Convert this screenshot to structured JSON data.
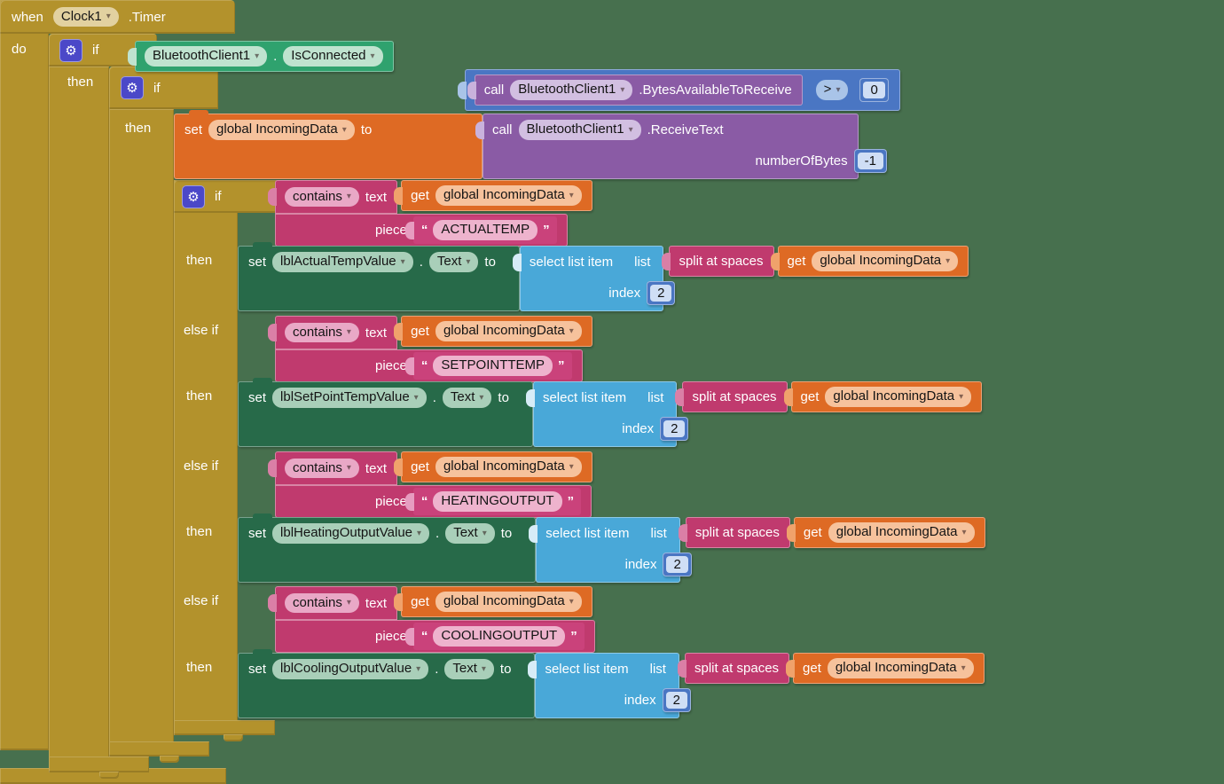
{
  "background": "#47704e",
  "event_block": {
    "when_label": "when",
    "component": "Clock1",
    "event": ".Timer",
    "do_label": "do"
  },
  "labels": {
    "if": "if",
    "then": "then",
    "else_if": "else if",
    "set": "set",
    "to": "to",
    "call": "call",
    "get": "get",
    "dot": "."
  },
  "bluetooth_test": {
    "component": "BluetoothClient1",
    "property": "IsConnected"
  },
  "bytes_available": {
    "component": "BluetoothClient1",
    "method": ".BytesAvailableToReceive",
    "operator": ">",
    "operand": "0"
  },
  "receive": {
    "variable": "global IncomingData",
    "component": "BluetoothClient1",
    "method": ".ReceiveText",
    "param_label": "numberOfBytes",
    "param_value": "-1"
  },
  "contains": {
    "op_label": "contains",
    "text_label": "text",
    "piece_label": "piece",
    "variable": "global IncomingData",
    "quote_open": "“",
    "quote_close": "”"
  },
  "select_item": {
    "label": "select list item",
    "list_label": "list",
    "index_label": "index",
    "index_value": "2",
    "split_label": "split at spaces",
    "variable": "global IncomingData",
    "text_property": "Text"
  },
  "branches": [
    {
      "keyword": "ACTUALTEMP",
      "component": "lblActualTempValue"
    },
    {
      "keyword": "SETPOINTTEMP",
      "component": "lblSetPointTempValue"
    },
    {
      "keyword": "HEATINGOUTPUT",
      "component": "lblHeatingOutputValue"
    },
    {
      "keyword": "COOLINGOUTPUT",
      "component": "lblCoolingOutputValue"
    }
  ],
  "colors": {
    "mustard": "#b3922c",
    "component_green": "#2fa26e",
    "dark_green": "#276a49",
    "logic_blue": "#4a76c3",
    "list_blue": "#49a8d8",
    "purple": "#8a5ba5",
    "orange": "#de6a24",
    "crimson": "#c03a6e",
    "string_pink": "#ca427b",
    "gear_indigo": "#4b48c8",
    "background_green": "#47704e"
  }
}
